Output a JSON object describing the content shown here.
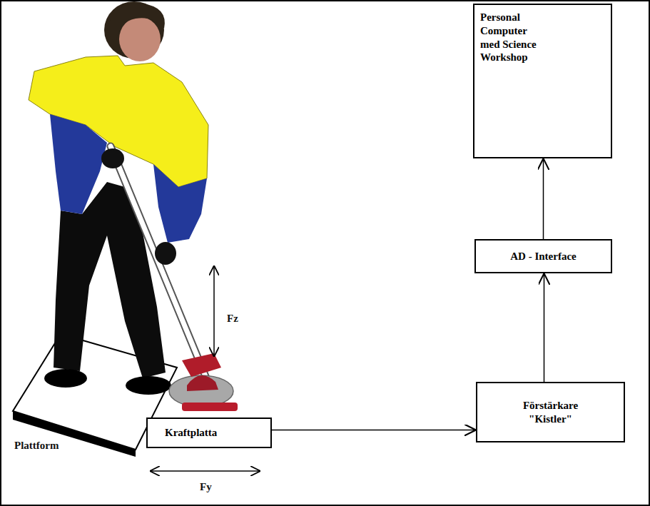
{
  "diagram": {
    "nodes": [
      {
        "text": [
          "Personal Computer med Science Workshop"
        ]
      },
      {
        "text": [
          "AD - Interface"
        ]
      },
      {
        "text": [
          "Förstärkare \"Kistler\""
        ]
      },
      {
        "text": [
          "Kraftplatta"
        ]
      }
    ],
    "edges": [
      {
        "from": 3,
        "to": 2,
        "arrow": "to"
      },
      {
        "from": 2,
        "to": 1,
        "arrow": "to"
      },
      {
        "from": 1,
        "to": 0,
        "arrow": "to"
      }
    ],
    "labels": [
      "Plattform",
      "Fz",
      "Fy"
    ]
  }
}
